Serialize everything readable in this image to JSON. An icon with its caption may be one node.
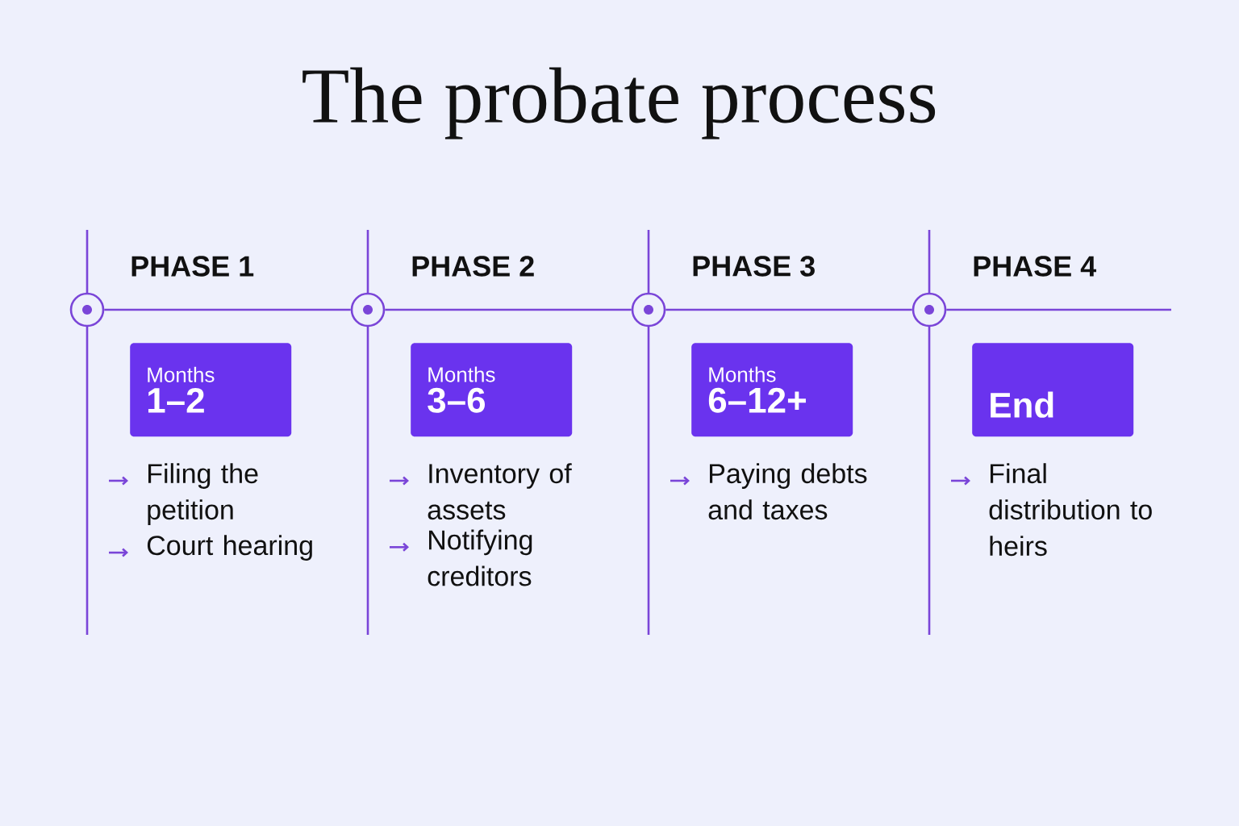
{
  "diagram": {
    "title": "The probate process",
    "nodes": [
      {
        "text": [],
        "shape": "circle"
      },
      {
        "text": [],
        "shape": "circle"
      },
      {
        "text": [],
        "shape": "circle"
      },
      {
        "text": [],
        "shape": "circle"
      },
      {
        "text": [
          "Months",
          "1–2"
        ],
        "beside": [
          "Filing the petition",
          "Court hearing"
        ]
      },
      {
        "text": [
          "Months",
          "3–6"
        ],
        "beside": [
          "Inventory of assets",
          "Notifying creditors"
        ]
      },
      {
        "text": [
          "Months",
          "6–12+"
        ],
        "beside": [
          "Paying debts and taxes"
        ]
      },
      {
        "text": [
          "End"
        ],
        "beside": [
          "Final distribution to heirs"
        ]
      }
    ],
    "edges": [
      {
        "from": 0,
        "to": 1,
        "arrow": "none"
      },
      {
        "from": 1,
        "to": 2,
        "arrow": "none"
      },
      {
        "from": 2,
        "to": 3,
        "arrow": "none"
      },
      {
        "from": 3,
        "to": null,
        "arrow": "none"
      }
    ],
    "labels": [
      "PHASE 1",
      "PHASE 2",
      "PHASE 3",
      "PHASE 4"
    ]
  }
}
